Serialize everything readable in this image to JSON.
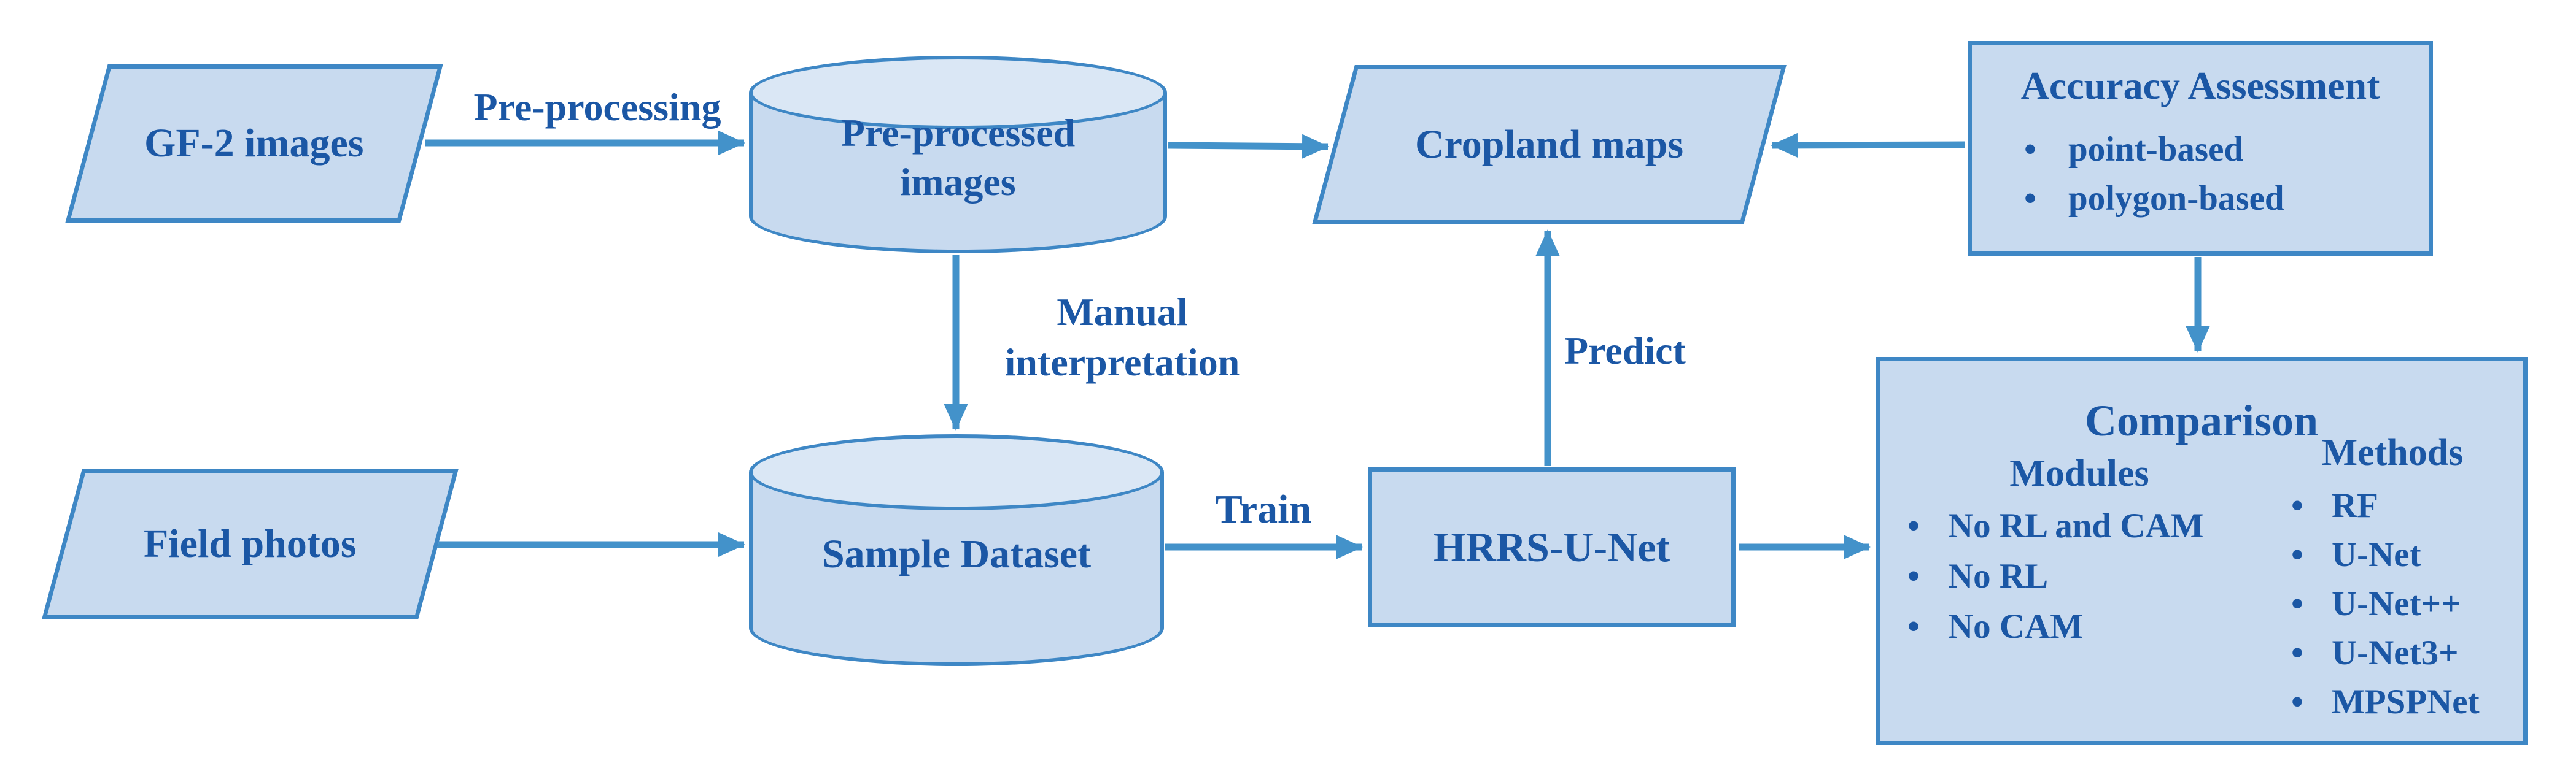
{
  "diagram": {
    "title": "HRRS-U-Net cropland mapping workflow",
    "colors": {
      "shape_fill": "#C8DAEF",
      "cylinder_top_fill": "#DAE7F5",
      "shape_stroke": "#3E87C5",
      "arrow": "#4392CA",
      "text": "#1B57A5",
      "background": "#FFFFFF"
    },
    "nodes": {
      "gf2_images": {
        "shape": "parallelogram",
        "label": "GF-2 images"
      },
      "preprocessed_images": {
        "shape": "cylinder",
        "lines": [
          "Pre-processed",
          "images"
        ]
      },
      "cropland_maps": {
        "shape": "parallelogram",
        "label": "Cropland maps"
      },
      "accuracy_assessment": {
        "shape": "rectangle",
        "title": "Accuracy Assessment",
        "bullets": [
          "point-based",
          "polygon-based"
        ]
      },
      "field_photos": {
        "shape": "parallelogram",
        "label": "Field photos"
      },
      "sample_dataset": {
        "shape": "cylinder",
        "label": "Sample Dataset"
      },
      "hrrs_u_net": {
        "shape": "rectangle",
        "label": "HRRS-U-Net"
      },
      "comparison": {
        "shape": "rectangle",
        "title": "Comparison",
        "modules_heading": "Modules",
        "modules_bullets": [
          "No RL and CAM",
          "No RL",
          "No CAM"
        ],
        "methods_heading": "Methods",
        "methods_bullets": [
          "RF",
          "U-Net",
          "U-Net++",
          "U-Net3+",
          "MPSPNet"
        ]
      }
    },
    "edge_labels": {
      "preprocessing": "Pre-processing",
      "manual_interpretation_lines": [
        "Manual",
        "interpretation"
      ],
      "train": "Train",
      "predict": "Predict"
    },
    "edges": [
      "GF-2 images -> Pre-processed images (Pre-processing)",
      "Pre-processed images -> Cropland maps",
      "Pre-processed images -> Sample Dataset (Manual interpretation)",
      "Field photos -> Sample Dataset",
      "Sample Dataset -> HRRS-U-Net (Train)",
      "HRRS-U-Net -> Cropland maps (Predict)",
      "HRRS-U-Net -> Comparison",
      "Accuracy Assessment -> Cropland maps",
      "Accuracy Assessment -> Comparison"
    ]
  }
}
